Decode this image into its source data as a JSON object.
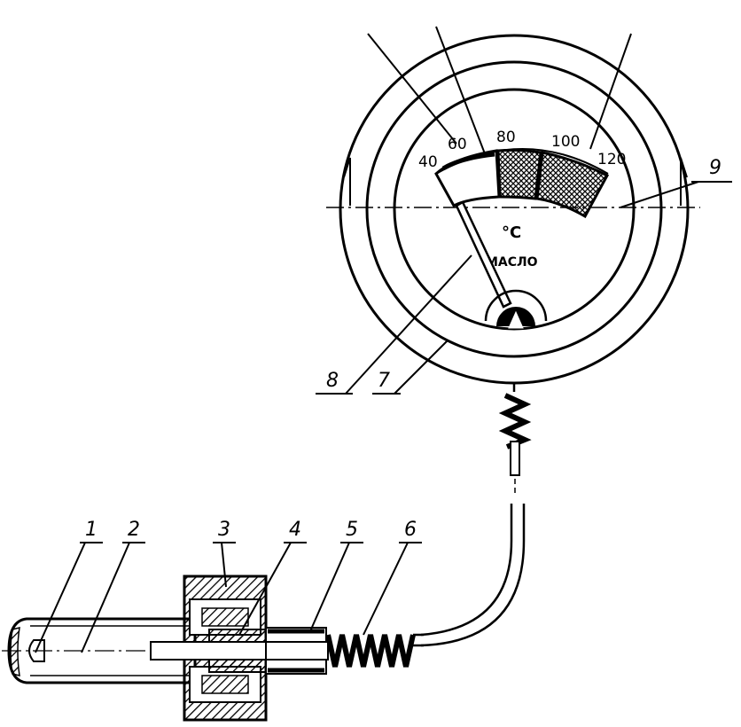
{
  "diagram": {
    "gauge": {
      "scale_labels": [
        "40",
        "60",
        "80",
        "100",
        "120"
      ],
      "unit": "°C",
      "medium": "МАСЛО"
    },
    "callouts": [
      "1",
      "2",
      "3",
      "4",
      "5",
      "6",
      "7",
      "8",
      "9"
    ]
  }
}
